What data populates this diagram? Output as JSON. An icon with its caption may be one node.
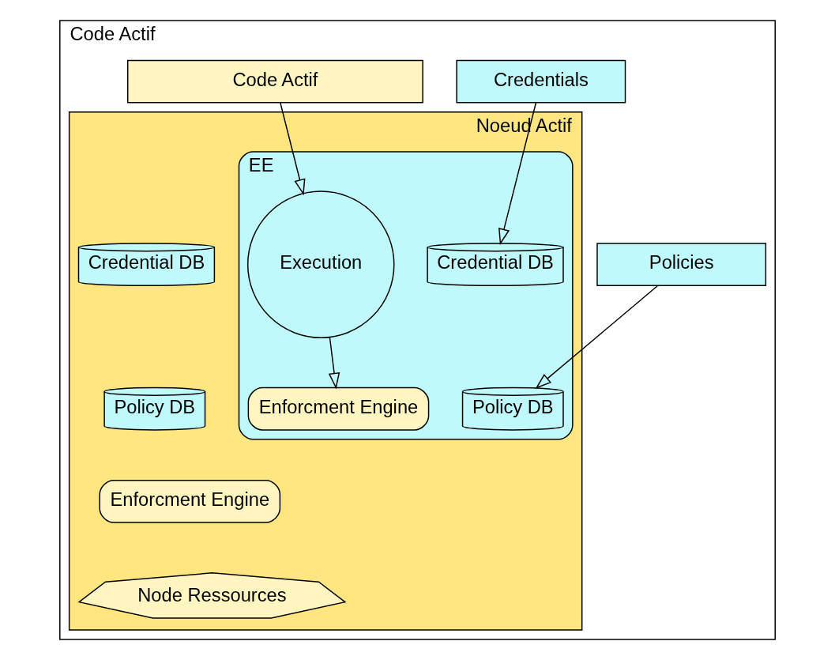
{
  "diagram": {
    "nodes": [
      {
        "text": [
          "Code Actif"
        ]
      },
      {
        "text": [
          "Credentials"
        ],
        "in": 0
      },
      {
        "text": [
          "Policies"
        ],
        "in": 0
      },
      {
        "text": [
          "Code Actif"
        ],
        "in": 0
      },
      {
        "text": [
          "Noeud Actif"
        ],
        "in": 0
      },
      {
        "text": [
          "EE"
        ],
        "in": 4
      },
      {
        "text": [
          "Credential DB"
        ],
        "in": 5
      },
      {
        "text": [
          "Policy DB"
        ],
        "in": 5
      },
      {
        "text": [
          "Execution"
        ],
        "in": 5
      },
      {
        "text": [
          "Enforcment Engine"
        ],
        "in": 5
      },
      {
        "text": [
          "Credential DB"
        ],
        "in": 4
      },
      {
        "text": [
          "Policy DB"
        ],
        "in": 4
      },
      {
        "text": [
          "Enforcment Engine"
        ],
        "in": 4
      },
      {
        "text": [
          "Node Ressources"
        ],
        "in": 4
      }
    ],
    "edges": [
      {
        "from": 1,
        "to": 6,
        "arrow": "to"
      },
      {
        "from": 2,
        "to": 7,
        "arrow": "to"
      },
      {
        "from": 3,
        "to": 8,
        "arrow": "to"
      },
      {
        "from": 8,
        "to": 9,
        "arrow": "to"
      }
    ]
  }
}
